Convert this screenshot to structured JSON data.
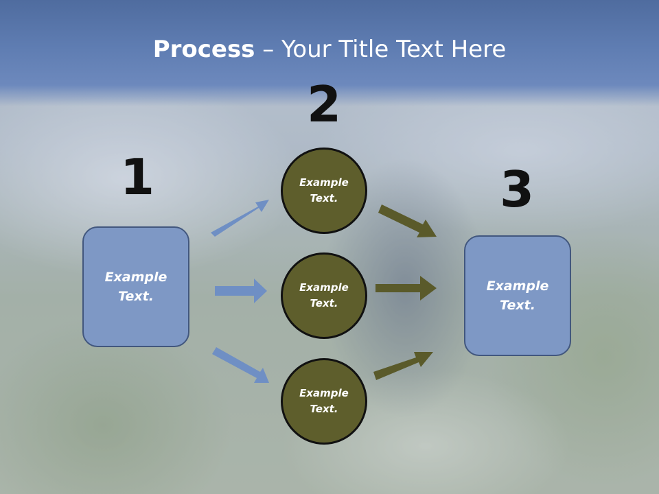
{
  "title": {
    "bold": "Process",
    "rest": " – Your Title Text Here"
  },
  "steps": {
    "n1": "1",
    "n2": "2",
    "n3": "3"
  },
  "left_box": {
    "text": "Example Text."
  },
  "right_box": {
    "text": "Example Text."
  },
  "circles": [
    {
      "text": "Example Text."
    },
    {
      "text": "Example Text."
    },
    {
      "text": "Example Text."
    }
  ],
  "colors": {
    "title_band": "#5f7db2",
    "box_fill": "#7e98c5",
    "circle_fill": "#5e5e2c",
    "blue_arrow": "#6f8fc4",
    "olive_arrow": "#5a5a2a"
  }
}
